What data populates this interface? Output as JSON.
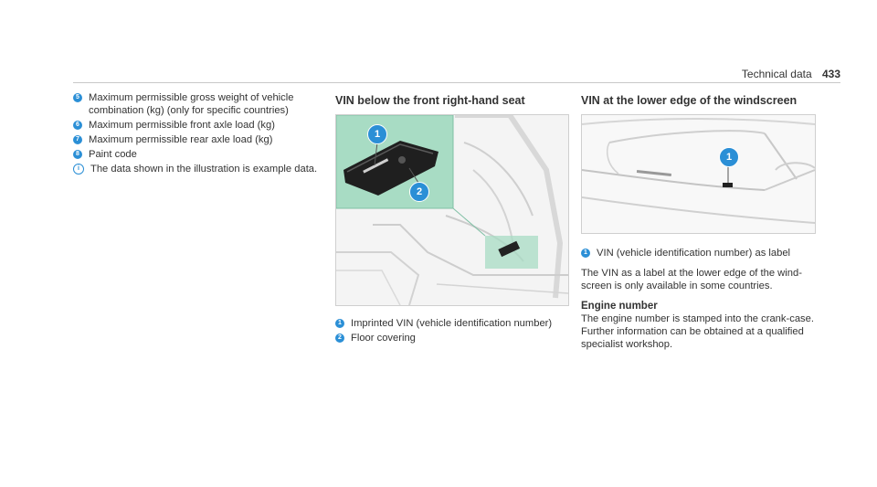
{
  "header": {
    "section": "Technical data",
    "page": "433"
  },
  "col1": {
    "items": [
      {
        "num": "5",
        "text": "Maximum permissible gross weight of vehicle combination (kg) (only for specific countries)"
      },
      {
        "num": "6",
        "text": "Maximum permissible front axle load (kg)"
      },
      {
        "num": "7",
        "text": "Maximum permissible rear axle load (kg)"
      },
      {
        "num": "8",
        "text": "Paint code"
      }
    ],
    "note": {
      "icon": "i",
      "text": "The data shown in the illustration is example data."
    }
  },
  "col2": {
    "heading": "VIN below the front right-hand seat",
    "callouts": [
      "1",
      "2"
    ],
    "captions": [
      {
        "num": "1",
        "text": "Imprinted VIN (vehicle identification number)"
      },
      {
        "num": "2",
        "text": "Floor covering"
      }
    ]
  },
  "col3": {
    "heading": "VIN at the lower edge of the windscreen",
    "callout": "1",
    "caption": {
      "num": "1",
      "text": "VIN (vehicle identification number) as label"
    },
    "para1": "The VIN as a label at the lower edge of the wind-screen is only available in some countries.",
    "subheading": "Engine number",
    "para2": "The engine number is stamped into the crank-case. Further information can be obtained at a qualified specialist workshop."
  },
  "colors": {
    "accent": "#2b8fd6",
    "inset_bg": "#a8dcc4",
    "text": "#333333"
  }
}
